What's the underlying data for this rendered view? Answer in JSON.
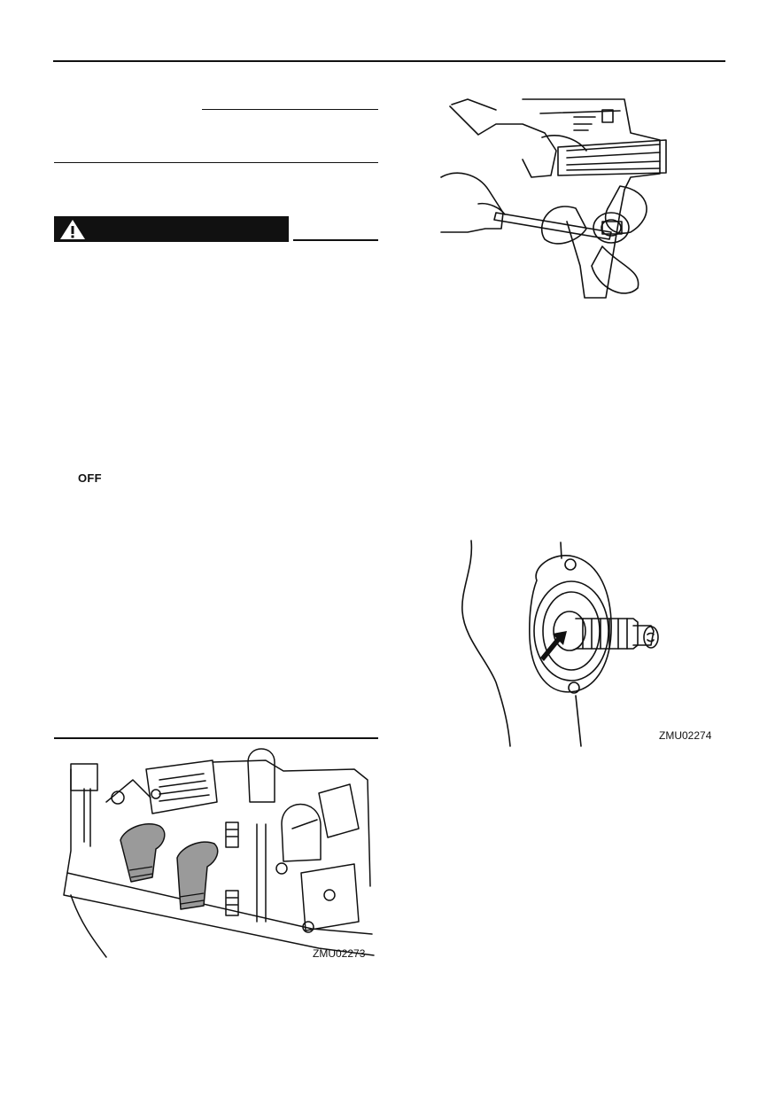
{
  "page": {
    "off_label": "OFF",
    "figures": [
      {
        "code": "",
        "subject": "propeller removal with wrench and wood block"
      },
      {
        "code": "ZMU02274",
        "subject": "propeller shaft with arrow"
      },
      {
        "code": "ZMU02273",
        "subject": "engine with spark plug caps removed"
      }
    ]
  },
  "icons": {
    "warning": "warning-triangle-icon",
    "arrow": "arrow-icon"
  },
  "colors": {
    "text": "#111111",
    "background": "#ffffff",
    "cap_fill": "#9a9a9a"
  }
}
